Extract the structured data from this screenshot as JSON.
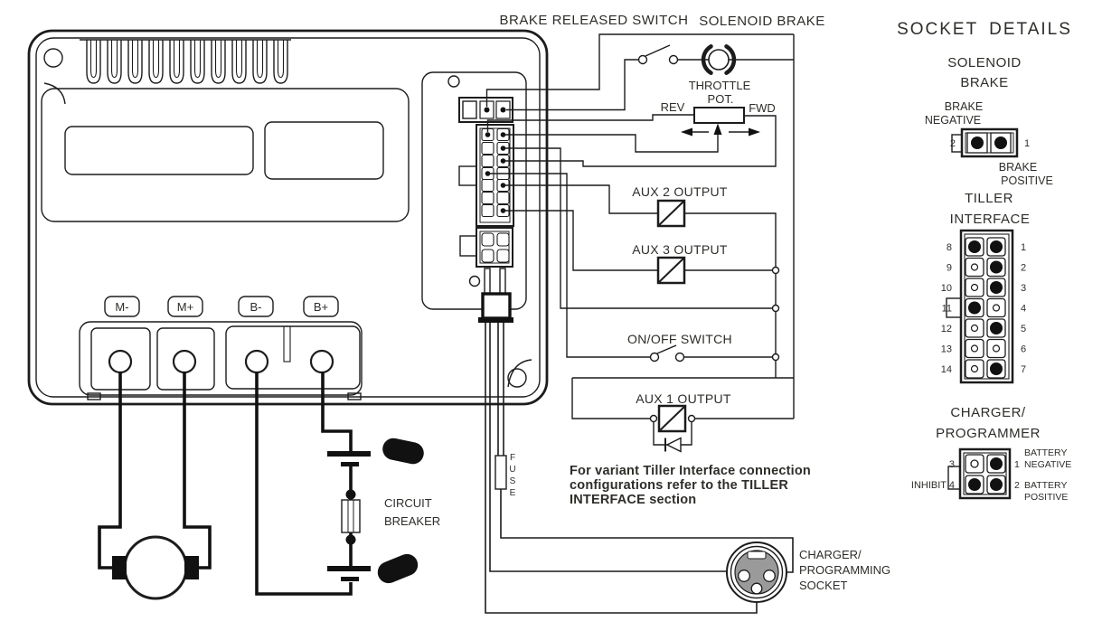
{
  "colors": {
    "line": "#1c1c1c",
    "text": "#2e2d29",
    "socket_fill": "#9a9a9a"
  },
  "main": {
    "labels": {
      "brake_released_switch": "BRAKE RELEASED SWITCH",
      "solenoid_brake": "SOLENOID BRAKE",
      "throttle": "THROTTLE",
      "pot": "POT.",
      "rev": "REV",
      "fwd": "FWD",
      "aux2_output": "AUX 2 OUTPUT",
      "aux3_output": "AUX 3 OUTPUT",
      "onoff_switch": "ON/OFF SWITCH",
      "aux1_output": "AUX 1 OUTPUT"
    },
    "terminals": [
      "M-",
      "M+",
      "B-",
      "B+"
    ],
    "circuit_breaker": [
      "CIRCUIT",
      "BREAKER"
    ],
    "fuse": [
      "F",
      "U",
      "S",
      "E"
    ],
    "note": [
      "For variant Tiller Interface connection",
      "configurations refer to the TILLER",
      "INTERFACE section"
    ],
    "charger_socket": [
      "CHARGER/",
      "PROGRAMMING",
      "SOCKET"
    ]
  },
  "socket_details": {
    "title": "SOCKET DETAILS",
    "solenoid_brake": {
      "heading": [
        "SOLENOID",
        "BRAKE"
      ],
      "negative_label": [
        "BRAKE",
        "NEGATIVE"
      ],
      "positive_label": [
        "BRAKE",
        "POSITIVE"
      ],
      "left_pin": {
        "number": "2",
        "filled": true
      },
      "right_pin": {
        "number": "1",
        "filled": true
      }
    },
    "tiller_interface": {
      "heading": [
        "TILLER",
        "INTERFACE"
      ],
      "left_pins": [
        {
          "number": "8",
          "filled": true
        },
        {
          "number": "9",
          "filled": false
        },
        {
          "number": "10",
          "filled": false
        },
        {
          "number": "11",
          "filled": true
        },
        {
          "number": "12",
          "filled": false
        },
        {
          "number": "13",
          "filled": false
        },
        {
          "number": "14",
          "filled": false
        }
      ],
      "right_pins": [
        {
          "number": "1",
          "filled": true
        },
        {
          "number": "2",
          "filled": true
        },
        {
          "number": "3",
          "filled": true
        },
        {
          "number": "4",
          "filled": false
        },
        {
          "number": "5",
          "filled": true
        },
        {
          "number": "6",
          "filled": false
        },
        {
          "number": "7",
          "filled": true
        }
      ]
    },
    "charger_programmer": {
      "heading": [
        "CHARGER/",
        "PROGRAMMER"
      ],
      "pin3_number": "3",
      "pin4_label": "INHIBIT 4",
      "pin1_number": "1",
      "pin2_number": "2",
      "pin1_label": [
        "BATTERY",
        "NEGATIVE"
      ],
      "pin2_label": [
        "BATTERY",
        "POSITIVE"
      ]
    }
  }
}
